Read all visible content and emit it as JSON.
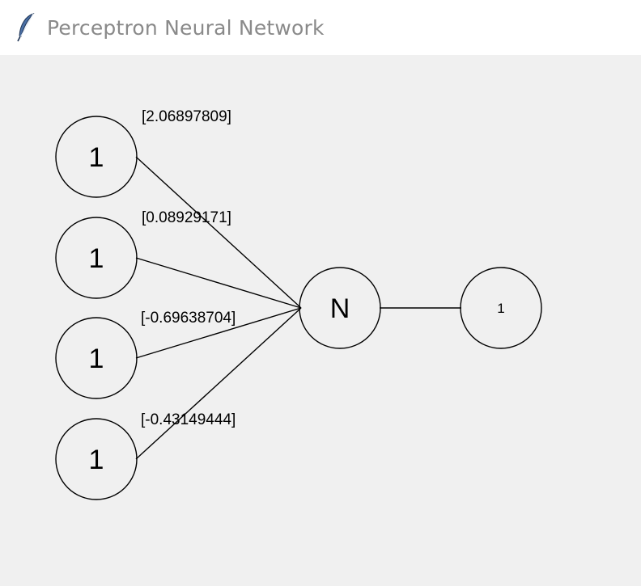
{
  "window": {
    "title": "Perceptron Neural Network",
    "icon": "feather-icon"
  },
  "network": {
    "inputs": [
      {
        "label": "1",
        "weight": "[2.06897809]"
      },
      {
        "label": "1",
        "weight": "[0.08929171]"
      },
      {
        "label": "1",
        "weight": "[-0.69638704]"
      },
      {
        "label": "1",
        "weight": "[-0.43149444]"
      }
    ],
    "neuron": {
      "label": "N"
    },
    "output": {
      "label": "1"
    }
  },
  "colors": {
    "titlebar_bg": "#ffffff",
    "canvas_bg": "#f0f0f0",
    "title_text": "#8a8a8a",
    "stroke": "#000000"
  }
}
